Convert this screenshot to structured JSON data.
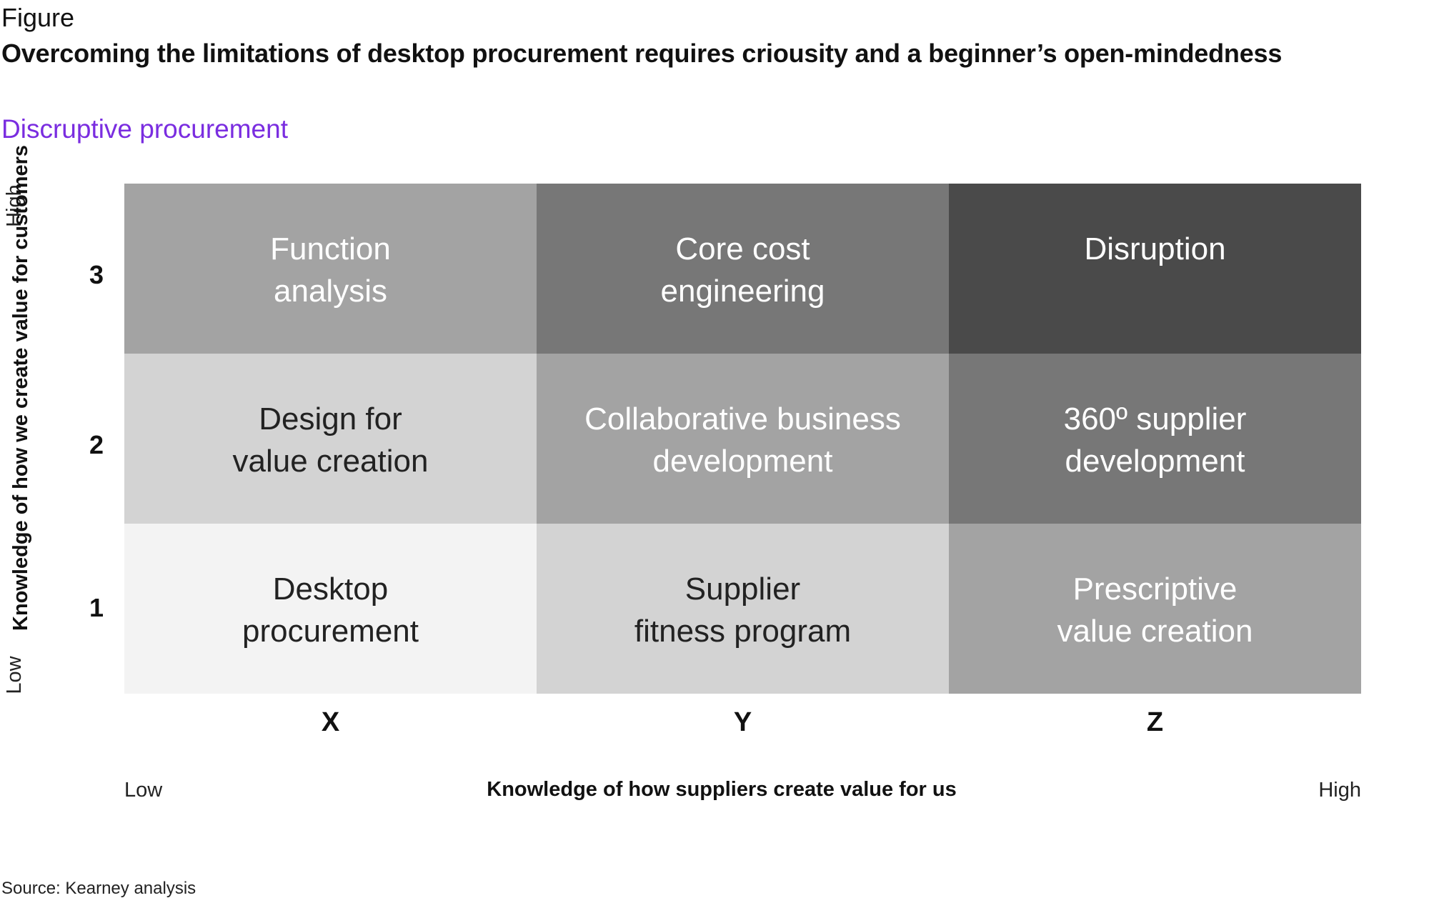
{
  "figure_label": "Figure",
  "title": "Overcoming the limitations of desktop procurement requires criousity and a beginner’s open-mindedness",
  "subtitle": "Discruptive procurement",
  "matrix": {
    "rows": [
      {
        "number": "3",
        "cells": [
          {
            "text": "Function\nanalysis",
            "bg": "#a3a3a3",
            "fg": "#ffffff"
          },
          {
            "text": "Core cost\nengineering",
            "bg": "#777777",
            "fg": "#ffffff"
          },
          {
            "text": "Disruption",
            "bg": "#4a4a4a",
            "fg": "#ffffff"
          }
        ]
      },
      {
        "number": "2",
        "cells": [
          {
            "text": "Design for\nvalue creation",
            "bg": "#d3d3d3",
            "fg": "#222222"
          },
          {
            "text": "Collaborative business\ndevelopment",
            "bg": "#a3a3a3",
            "fg": "#ffffff"
          },
          {
            "text": "360º supplier\ndevelopment",
            "bg": "#777777",
            "fg": "#ffffff"
          }
        ]
      },
      {
        "number": "1",
        "cells": [
          {
            "text": "Desktop\nprocurement",
            "bg": "#f3f3f3",
            "fg": "#222222"
          },
          {
            "text": "Supplier\nfitness program",
            "bg": "#d3d3d3",
            "fg": "#222222"
          },
          {
            "text": "Prescriptive\nvalue creation",
            "bg": "#a3a3a3",
            "fg": "#ffffff"
          }
        ]
      }
    ],
    "columns": [
      "X",
      "Y",
      "Z"
    ]
  },
  "y_axis": {
    "label": "Knowledge of how we create value for customers",
    "high": "High",
    "low": "Low"
  },
  "x_axis": {
    "label": "Knowledge of how suppliers create value for us",
    "low": "Low",
    "high": "High"
  },
  "source": "Source: Kearney analysis"
}
